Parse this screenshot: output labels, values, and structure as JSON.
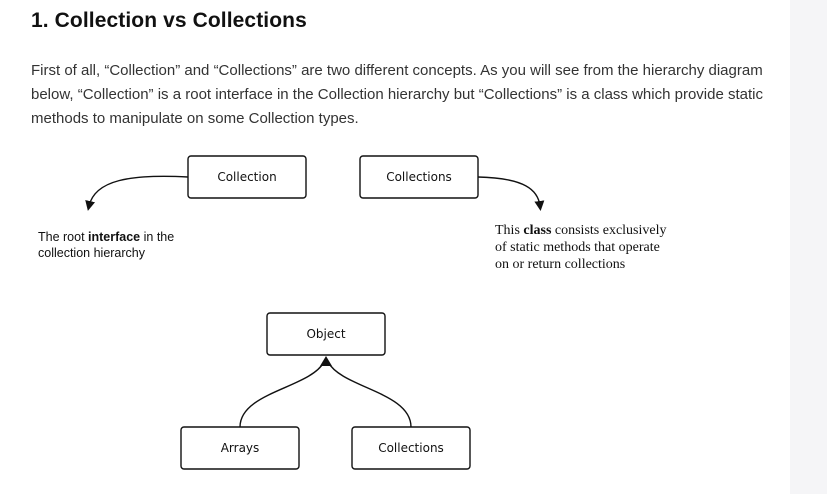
{
  "article": {
    "heading": "1. Collection vs Collections",
    "intro": "First of all, “Collection” and “Collections” are two different concepts. As you will see from the hierarchy diagram below, “Collection” is a root interface in the Collection hierarchy but “Collections” is a class which provide static methods to manipulate on some Collection types."
  },
  "diagram": {
    "top_boxes": {
      "collection": "Collection",
      "collections": "Collections"
    },
    "left_note": {
      "line1_a": "The root ",
      "line1_bold": "interface",
      "line1_b": " in the",
      "line2": "collection hierarchy"
    },
    "right_note": {
      "line1_a": "This ",
      "line1_bold": "class",
      "line1_b": " consists exclusively",
      "line2": "of static methods that operate",
      "line3": "on or return collections"
    },
    "hierarchy": {
      "parent": "Object",
      "children": [
        "Arrays",
        "Collections"
      ]
    }
  }
}
